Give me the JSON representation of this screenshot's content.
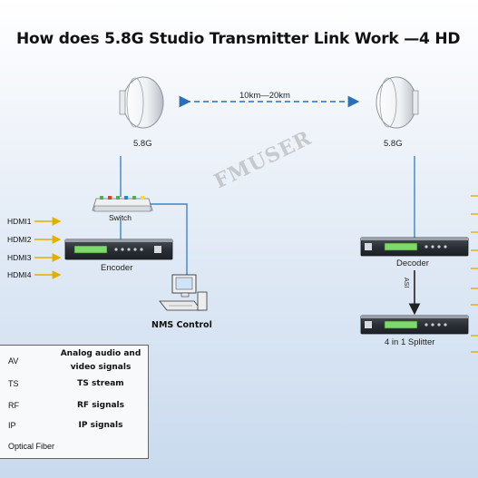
{
  "title": "How does 5.8G Studio Transmitter Link Work —4 HD",
  "watermark": "FMUSER",
  "link_distance": "10km—20km",
  "antenna_left_label": "5.8G",
  "antenna_right_label": "5.8G",
  "switch_label": "Switch",
  "encoder_label": "Encoder",
  "decoder_label": "Decoder",
  "splitter_label": "4 in 1 Splitter",
  "nms_label": "NMS Control",
  "asi_label": "ASI",
  "hdmi_inputs": [
    "HDMI1",
    "HDMI2",
    "HDMI3",
    "HDMI4"
  ],
  "legend": [
    {
      "code": "AV",
      "desc_lines": [
        "Analog audio and",
        "video signals"
      ],
      "color": "#e0b000"
    },
    {
      "code": "TS",
      "desc_lines": [
        "TS stream"
      ],
      "color": "#333333"
    },
    {
      "code": "RF",
      "desc_lines": [
        "RF signals"
      ],
      "color": "#8a5cc8"
    },
    {
      "code": "IP",
      "desc_lines": [
        "IP signals"
      ],
      "color": "#3a86c8"
    },
    {
      "code": "Optical Fiber",
      "desc_lines": [],
      "color": "#3cb878"
    }
  ],
  "colors": {
    "av_arrow": "#e0b000",
    "ip_line": "#3a86c8",
    "wireless_link": "#2a6fb8",
    "device_body": "#2b2f36",
    "device_panel": "#c8ccd2"
  }
}
